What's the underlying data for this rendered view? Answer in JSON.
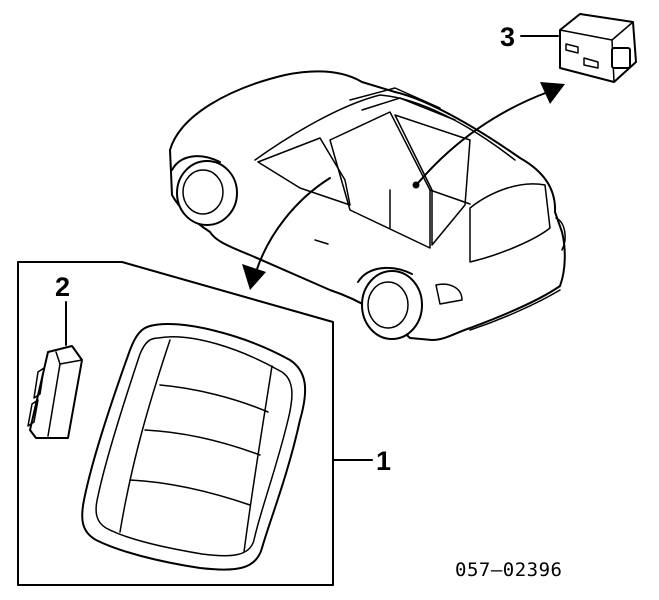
{
  "diagram": {
    "callouts": [
      {
        "id": "1",
        "label": "1"
      },
      {
        "id": "2",
        "label": "2"
      },
      {
        "id": "3",
        "label": "3"
      }
    ],
    "code": "057—02396"
  }
}
